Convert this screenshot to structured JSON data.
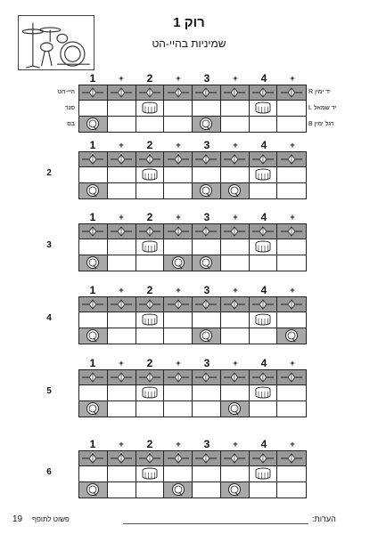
{
  "header": {
    "title": "רוק 1",
    "subtitle": "שמיניות בהיי-הט"
  },
  "count_labels": [
    "1",
    "+",
    "2",
    "+",
    "3",
    "+",
    "4",
    "+"
  ],
  "instrument_labels": {
    "left": [
      "היי-הט",
      "סנר",
      "בס"
    ],
    "right": [
      "יד ימין R",
      "יד שמאל L",
      "רגל ימין B"
    ]
  },
  "exercises": [
    {
      "number": "",
      "hihat": [
        1,
        1,
        1,
        1,
        1,
        1,
        1,
        1
      ],
      "snare": [
        0,
        0,
        1,
        0,
        0,
        0,
        1,
        0
      ],
      "kick": [
        1,
        0,
        0,
        0,
        1,
        0,
        0,
        0
      ]
    },
    {
      "number": "2",
      "hihat": [
        1,
        1,
        1,
        1,
        1,
        1,
        1,
        1
      ],
      "snare": [
        0,
        0,
        1,
        0,
        0,
        0,
        1,
        0
      ],
      "kick": [
        1,
        0,
        0,
        0,
        1,
        1,
        0,
        0
      ]
    },
    {
      "number": "3",
      "hihat": [
        1,
        1,
        1,
        1,
        1,
        1,
        1,
        1
      ],
      "snare": [
        0,
        0,
        1,
        0,
        0,
        0,
        1,
        0
      ],
      "kick": [
        1,
        0,
        0,
        1,
        1,
        0,
        0,
        0
      ]
    },
    {
      "number": "4",
      "hihat": [
        1,
        1,
        1,
        1,
        1,
        1,
        1,
        1
      ],
      "snare": [
        0,
        0,
        1,
        0,
        0,
        0,
        1,
        0
      ],
      "kick": [
        1,
        0,
        0,
        0,
        1,
        0,
        0,
        1
      ]
    },
    {
      "number": "5",
      "hihat": [
        1,
        1,
        1,
        1,
        1,
        1,
        1,
        1
      ],
      "snare": [
        0,
        0,
        1,
        0,
        0,
        0,
        1,
        0
      ],
      "kick": [
        1,
        0,
        0,
        0,
        0,
        1,
        0,
        0
      ]
    },
    {
      "number": "6",
      "hihat": [
        1,
        1,
        1,
        1,
        1,
        1,
        1,
        1
      ],
      "snare": [
        0,
        0,
        1,
        0,
        0,
        0,
        1,
        0
      ],
      "kick": [
        1,
        0,
        0,
        1,
        0,
        1,
        0,
        0
      ]
    }
  ],
  "icons": {
    "hihat": "hihat-icon",
    "snare": "snare-icon",
    "kick": "kick-drum-icon",
    "logo": "drum-kit-icon"
  },
  "colors": {
    "hihat_row": "#9a9a9a",
    "kick_cell": "#a8a8a8"
  },
  "footer": {
    "page_number": "19",
    "book_title": "פשוט לתופף",
    "notes_label": "הערות:"
  }
}
